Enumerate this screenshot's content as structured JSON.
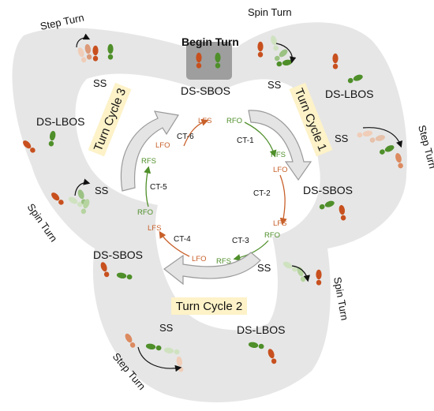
{
  "labels": {
    "begin_turn": "Begin Turn",
    "top_ds_sbos": "DS-SBOS",
    "ss_top_left": "SS",
    "ss_top_right": "SS",
    "step_turn_top_left": "Step Turn",
    "spin_turn_top_right": "Spin Turn",
    "ds_lbos_right": "DS-LBOS",
    "ss_right": "SS",
    "step_turn_right": "Step Turn",
    "ds_sbos_right": "DS-SBOS",
    "ds_lbos_left": "DS-LBOS",
    "ss_left": "SS",
    "spin_turn_left": "Spin Turn",
    "ds_sbos_bottom_left": "DS-SBOS",
    "ss_bottom_right": "SS",
    "spin_turn_bottom_right": "Spin Turn",
    "ss_bottom": "SS",
    "ds_lbos_bottom": "DS-LBOS",
    "step_turn_bottom": "Step Turn"
  },
  "cycles": {
    "cycle1": "Turn Cycle 1",
    "cycle2": "Turn Cycle 2",
    "cycle3": "Turn Cycle 3"
  },
  "phases": {
    "lfs_top": "LFS",
    "rfo_top": "RFO",
    "lfo_left_top": "LFO",
    "rfs_right_top": "RFS",
    "rfs_left": "RFS",
    "lfo_right": "LFO",
    "rfo_left": "RFO",
    "lfs_right": "LFS",
    "lfs_left_bottom": "LFS",
    "rfo_right_bottom": "RFO",
    "lfo_bottom": "LFO",
    "rfs_bottom": "RFS"
  },
  "transitions": {
    "ct1": "CT-1",
    "ct2": "CT-2",
    "ct3": "CT-3",
    "ct4": "CT-4",
    "ct5": "CT-5",
    "ct6": "CT-6"
  },
  "colors": {
    "band": "#e6e6e6",
    "begin_box": "#9e9e9e",
    "right_foot": "#c8501e",
    "left_foot": "#4f8f2a",
    "cycle_label_bg": "#fdf2c8",
    "arrow_fill": "#e4e4e4",
    "arrow_stroke": "#9a9a9a"
  },
  "icons": {
    "footprint": "footprint-icon",
    "rotation_arrow": "rotation-arrow-icon"
  }
}
